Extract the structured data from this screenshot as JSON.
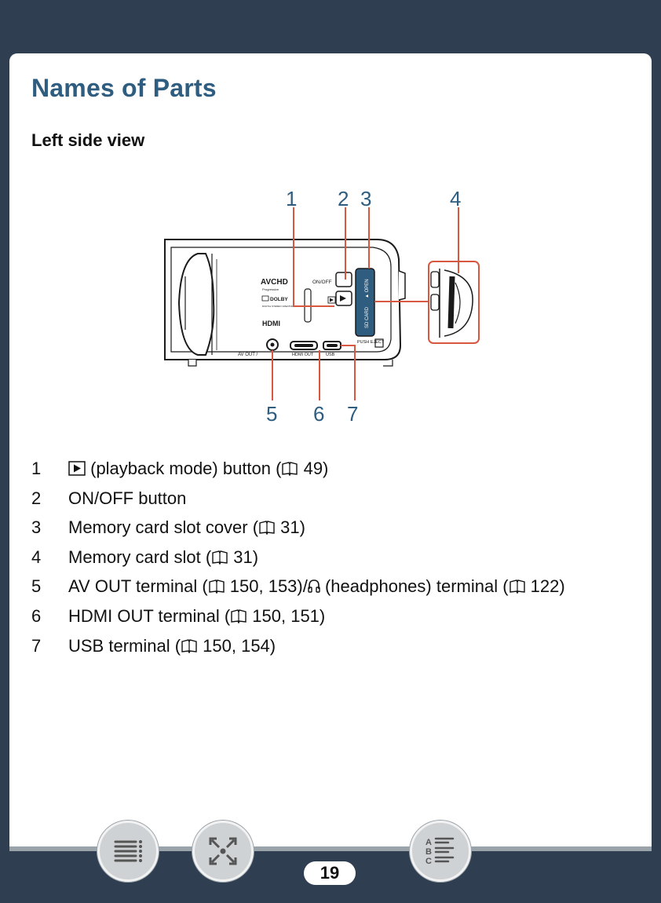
{
  "page_title": "Names of Parts",
  "section_title": "Left side view",
  "callouts": [
    "1",
    "2",
    "3",
    "4",
    "5",
    "6",
    "7"
  ],
  "camera_labels": {
    "avchd": "AVCHD",
    "progressive": "Progressive",
    "dolby": "DOLBY",
    "dolby_sub": "DIGITAL STEREO CREATOR",
    "hdmi_logo": "HDMI",
    "on_off": "ON/OFF",
    "sd_card": "SD CARD",
    "open": "▲ OPEN",
    "push_eject": "PUSH EJECT",
    "av_out": "AV OUT / ",
    "hdmi_out": "HDMI OUT",
    "usb": "USB"
  },
  "legend": [
    {
      "num": "1",
      "pre": "",
      "post": " (playback mode) button (",
      "ref": " 49)",
      "icon": "play"
    },
    {
      "num": "2",
      "text": "ON/OFF button"
    },
    {
      "num": "3",
      "pre": "Memory card slot cover (",
      "ref": " 31)"
    },
    {
      "num": "4",
      "pre": "Memory card slot (",
      "ref": " 31)"
    },
    {
      "num": "5",
      "pre": "AV OUT terminal (",
      "mid": " 150, 153)/",
      "mid2": " (headphones) terminal (",
      "ref": " 122)"
    },
    {
      "num": "6",
      "pre": "HDMI OUT terminal (",
      "ref": " 150, 151)"
    },
    {
      "num": "7",
      "pre": "USB terminal (",
      "ref": " 150, 154)"
    }
  ],
  "page_number": "19",
  "colors": {
    "background": "#2f3e50",
    "accent": "#2e5d80",
    "callout_line": "#d8573f"
  }
}
